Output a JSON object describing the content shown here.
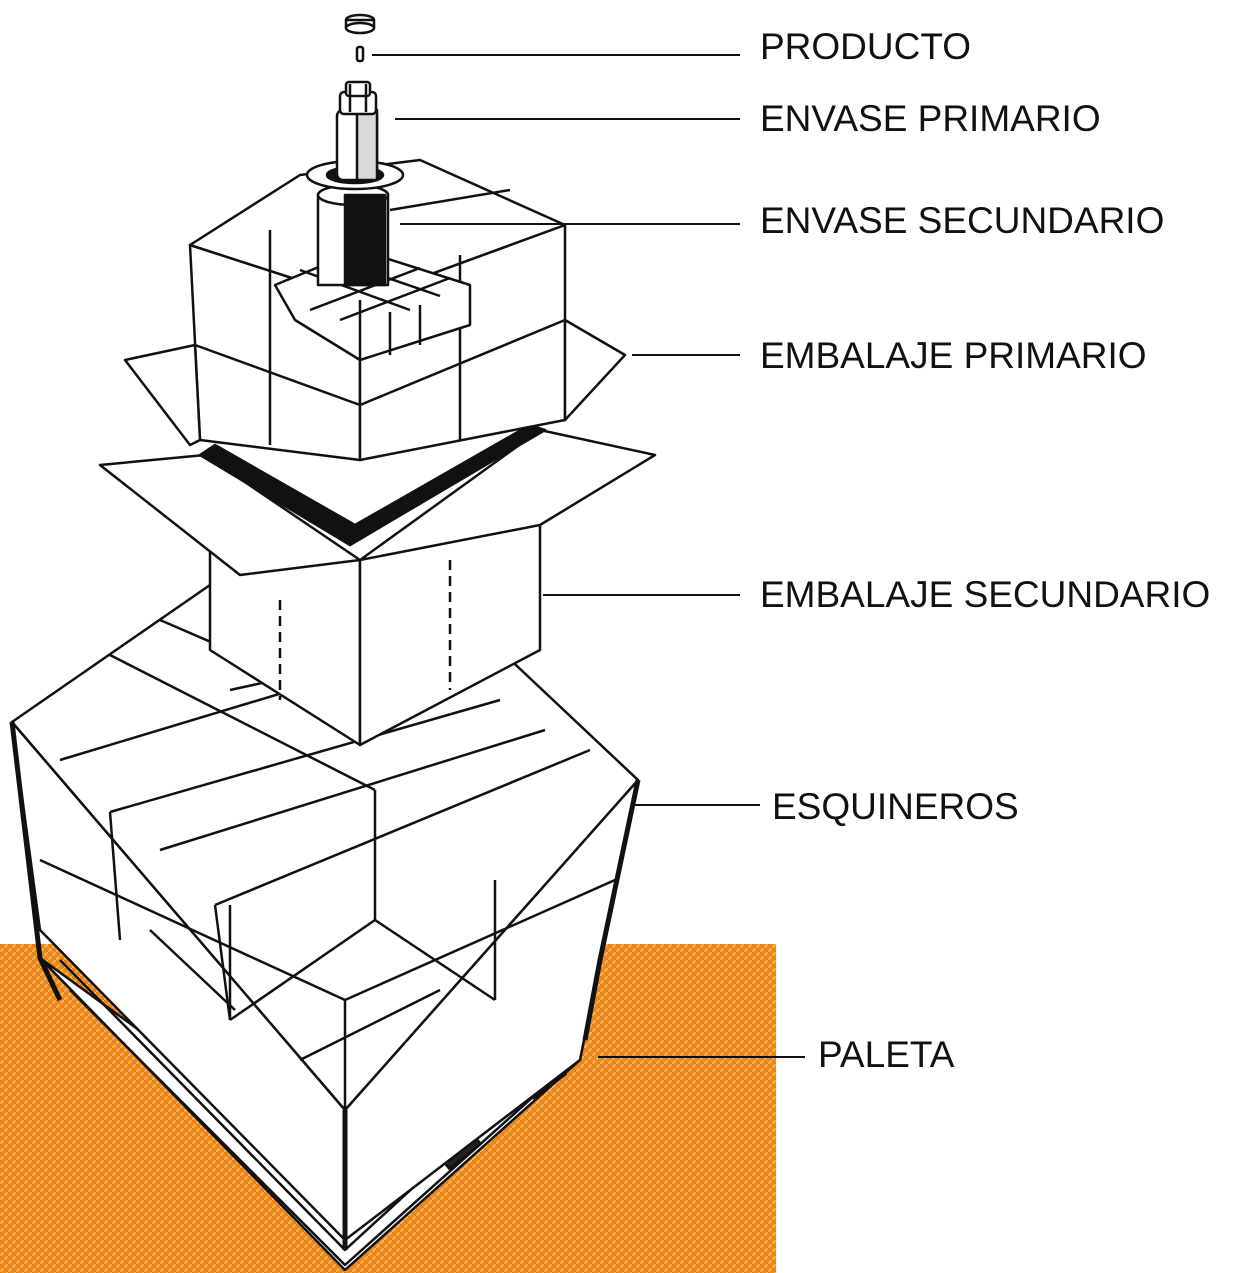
{
  "diagram": {
    "labels": {
      "producto": "PRODUCTO",
      "envase_primario": "ENVASE PRIMARIO",
      "envase_secundario": "ENVASE SECUNDARIO",
      "embalaje_primario": "EMBALAJE PRIMARIO",
      "embalaje_secundario": "EMBALAJE SECUNDARIO",
      "esquineros": "ESQUINEROS",
      "paleta": "PALETA"
    },
    "colors": {
      "background": "#ffffff",
      "floor": "#f08a1a",
      "floor_hatch": "#f6b45c",
      "line": "#111111",
      "box_fill": "#ffffff",
      "band": "#111111"
    }
  }
}
